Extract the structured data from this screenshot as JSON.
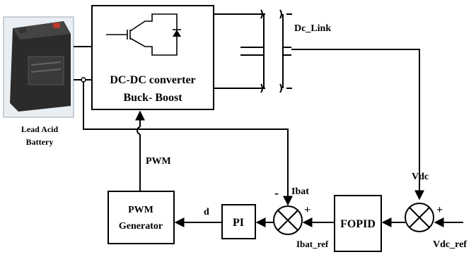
{
  "battery": {
    "label_line1": "Lead Acid",
    "label_line2": "Battery"
  },
  "converter": {
    "title_line1": "DC-DC converter",
    "title_line2": "Buck- Boost"
  },
  "dc_link": {
    "label": "Dc_Link"
  },
  "signals": {
    "pwm": "PWM",
    "d": "d",
    "ibat": "Ibat",
    "ibat_ref": "Ibat_ref",
    "vdc": "Vdc",
    "vdc_ref": "Vdc_ref"
  },
  "blocks": {
    "pwm_generator_line1": "PWM",
    "pwm_generator_line2": "Generator",
    "pi": "PI",
    "fopid": "FOPID"
  },
  "signs": {
    "minus": "-",
    "plus": "+"
  },
  "colors": {
    "line": "#000000",
    "battery_body": "#2b2b2b",
    "battery_panel": "#e9eef3"
  }
}
